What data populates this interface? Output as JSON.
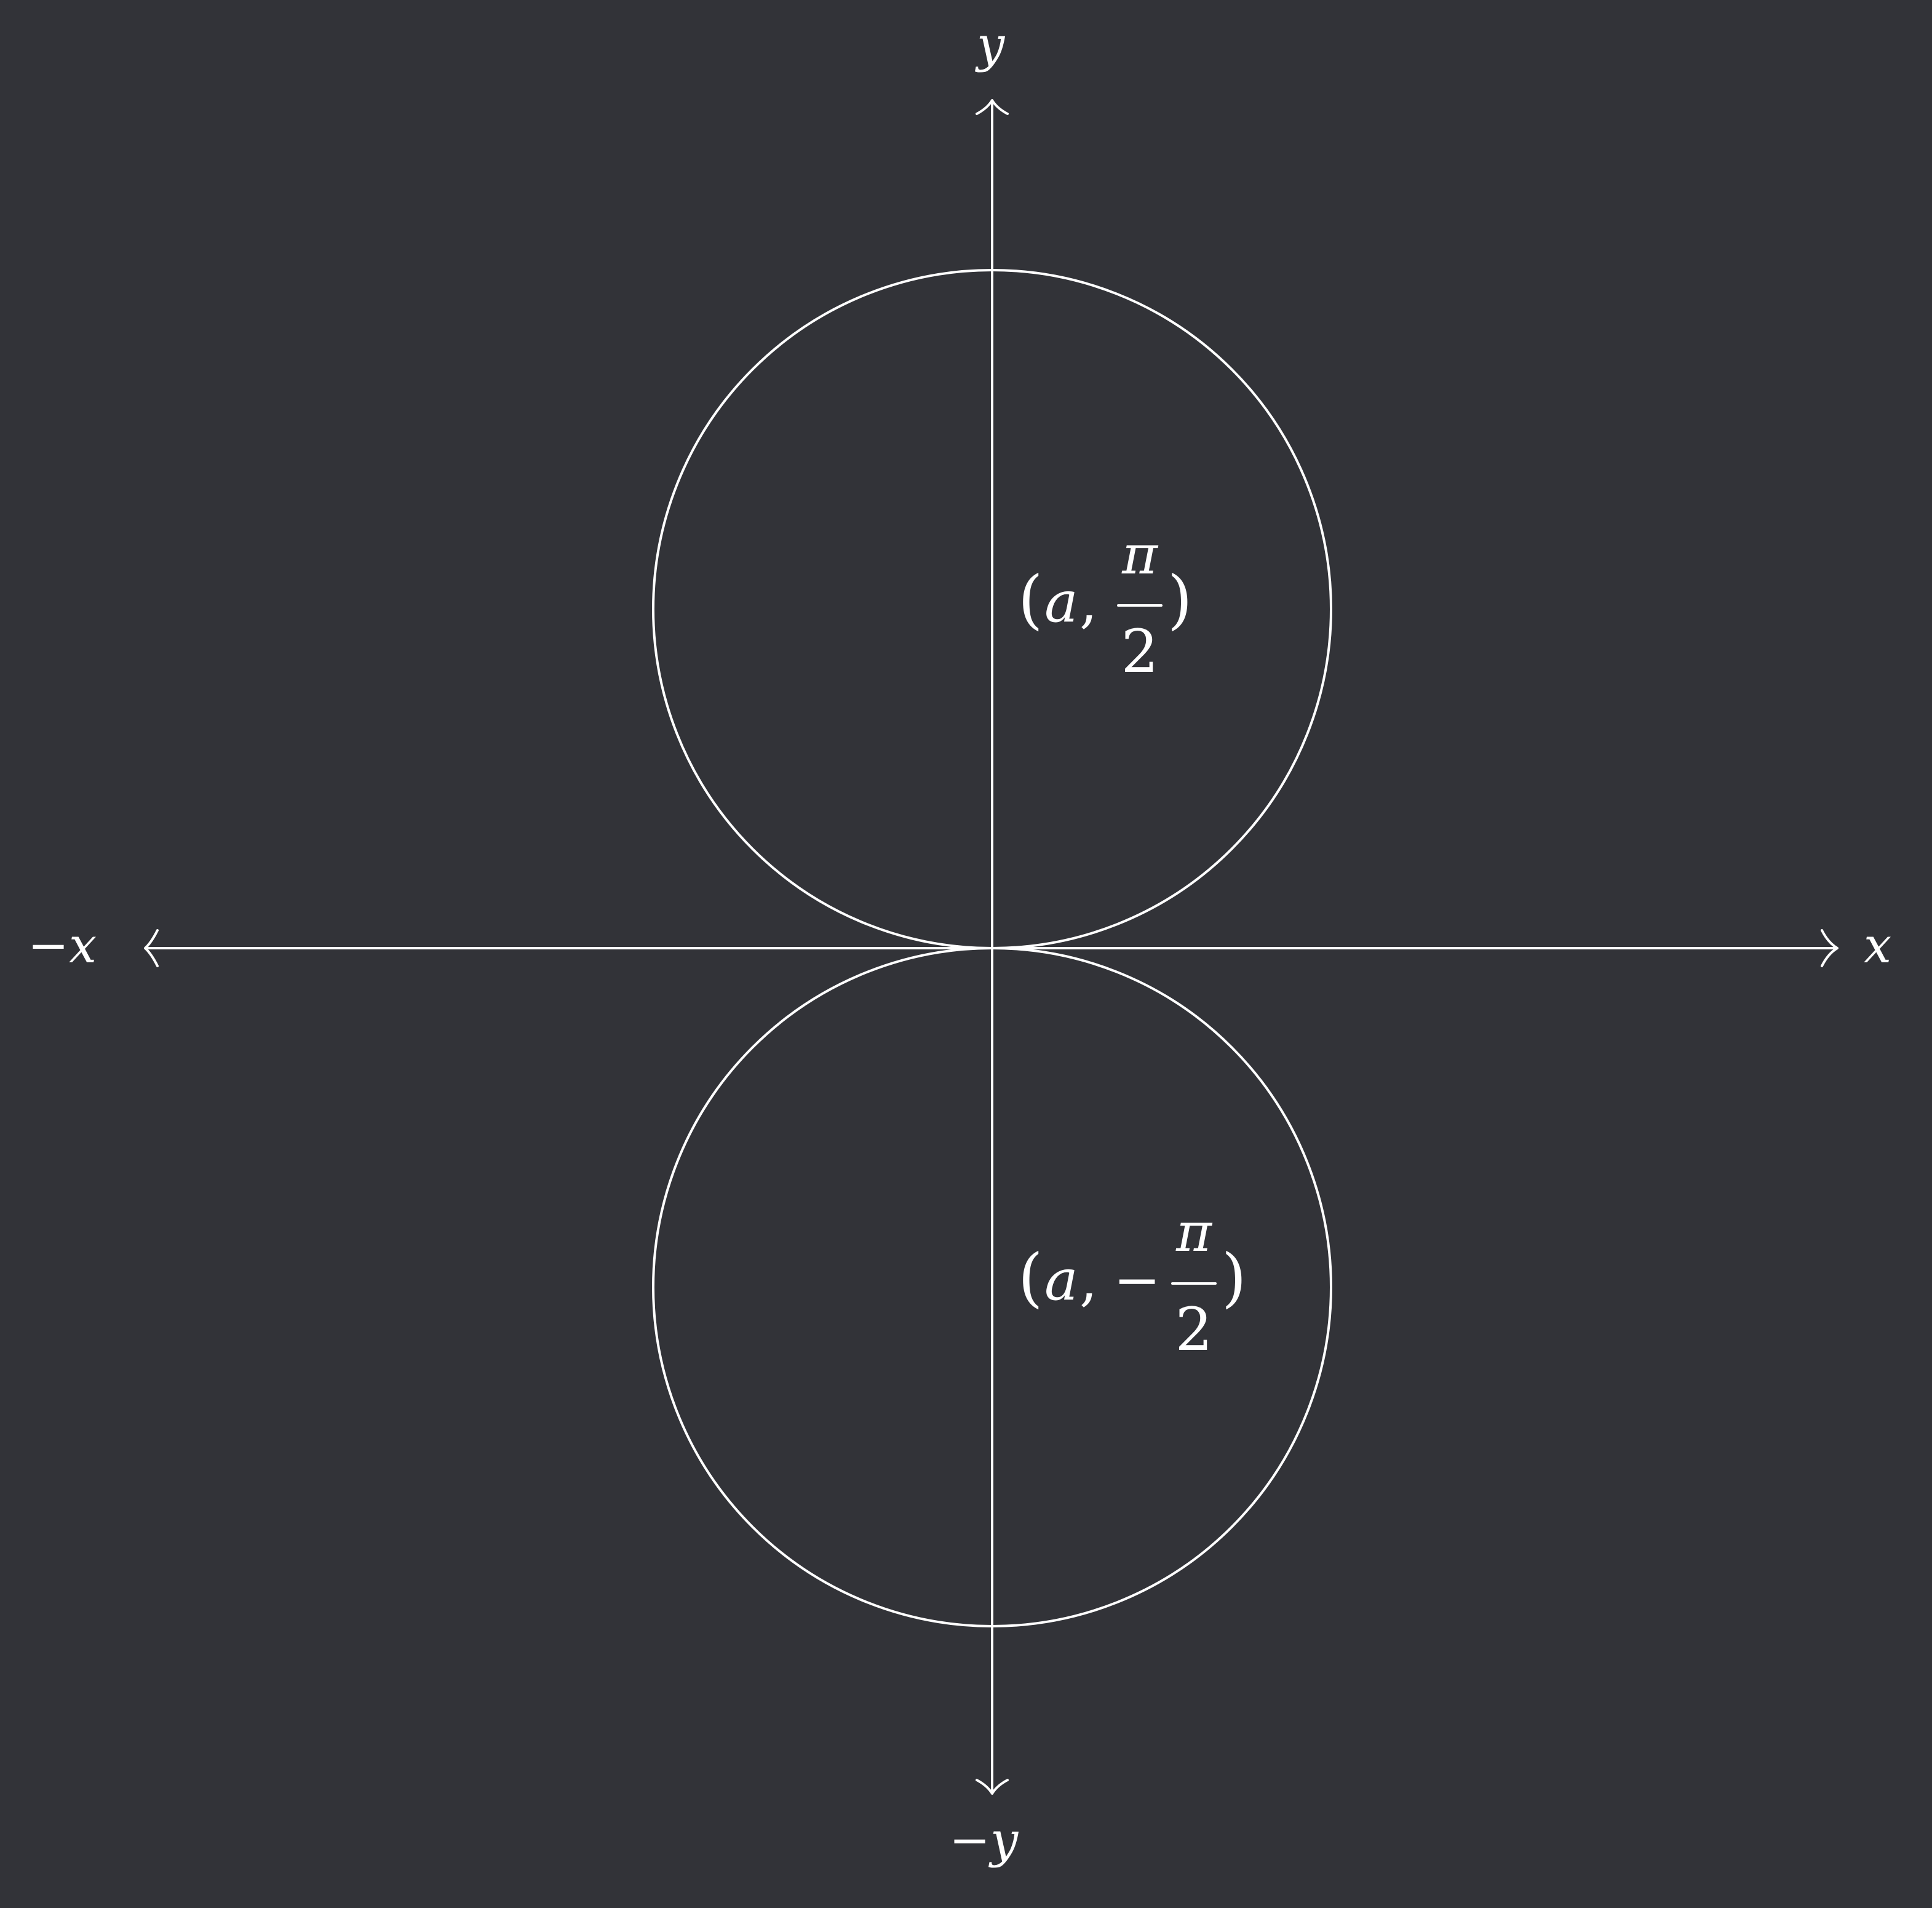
{
  "axes": {
    "x_pos_label": "x",
    "x_neg_label": "−x",
    "y_pos_label": "y",
    "y_neg_label": "−y"
  },
  "points": {
    "upper": {
      "open": "(",
      "var": "a",
      "comma": ",",
      "sign": "",
      "numerator": "π",
      "denominator": "2",
      "close": ")"
    },
    "lower": {
      "open": "(",
      "var": "a",
      "comma": ",",
      "sign": "−",
      "numerator": "π",
      "denominator": "2",
      "close": ")"
    }
  },
  "colors": {
    "background": "#323338",
    "stroke": "#ffffff"
  }
}
